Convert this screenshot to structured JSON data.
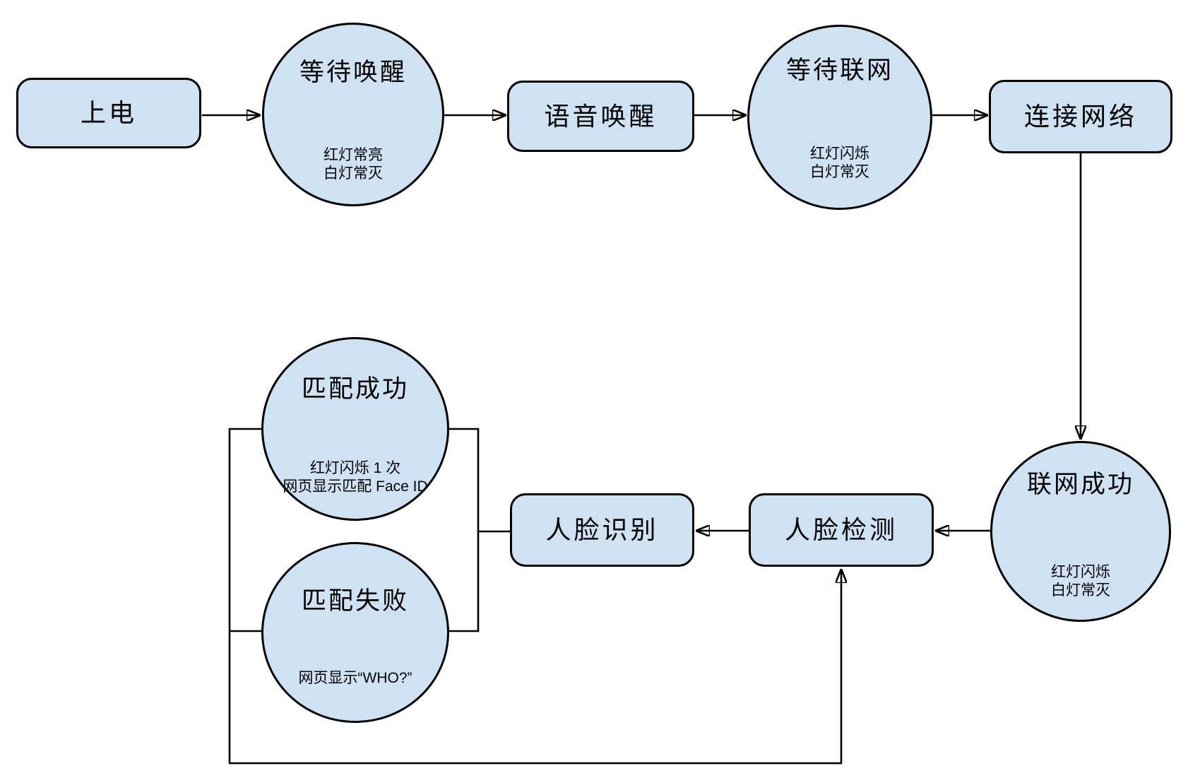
{
  "colors": {
    "background": "#ffffff",
    "node_fill": "#cfe2f3",
    "node_border": "#000000",
    "connector": "#000000"
  },
  "nodes": {
    "power_on": {
      "shape": "rounded-rect",
      "label": "上电"
    },
    "wait_wake": {
      "shape": "circle",
      "title": "等待唤醒",
      "details": [
        "红灯常亮",
        "白灯常灭"
      ]
    },
    "voice_wake": {
      "shape": "rounded-rect",
      "label": "语音唤醒"
    },
    "wait_network": {
      "shape": "circle",
      "title": "等待联网",
      "details": [
        "红灯闪烁",
        "白灯常灭"
      ]
    },
    "connect_network": {
      "shape": "rounded-rect",
      "label": "连接网络"
    },
    "network_success": {
      "shape": "circle",
      "title": "联网成功",
      "details": [
        "红灯闪烁",
        "白灯常灭"
      ]
    },
    "face_detect": {
      "shape": "rounded-rect",
      "label": "人脸检测"
    },
    "face_recognize": {
      "shape": "rounded-rect",
      "label": "人脸识别"
    },
    "match_success": {
      "shape": "circle",
      "title": "匹配成功",
      "details": [
        "红灯闪烁 1 次",
        "网页显示匹配 Face ID"
      ]
    },
    "match_fail": {
      "shape": "circle",
      "title": "匹配失败",
      "details": [
        "网页显示“WHO?”"
      ]
    }
  },
  "edges": [
    {
      "from": "power_on",
      "to": "wait_wake",
      "type": "arrow"
    },
    {
      "from": "wait_wake",
      "to": "voice_wake",
      "type": "arrow"
    },
    {
      "from": "voice_wake",
      "to": "wait_network",
      "type": "arrow"
    },
    {
      "from": "wait_network",
      "to": "connect_network",
      "type": "arrow"
    },
    {
      "from": "connect_network",
      "to": "network_success",
      "type": "arrow"
    },
    {
      "from": "network_success",
      "to": "face_detect",
      "type": "arrow"
    },
    {
      "from": "face_detect",
      "to": "face_recognize",
      "type": "arrow"
    },
    {
      "from": "face_recognize",
      "to": "match_success",
      "type": "line"
    },
    {
      "from": "face_recognize",
      "to": "match_fail",
      "type": "line"
    },
    {
      "from": "match_success",
      "to": "face_detect",
      "type": "arrow"
    },
    {
      "from": "match_fail",
      "to": "face_detect",
      "type": "arrow"
    }
  ]
}
